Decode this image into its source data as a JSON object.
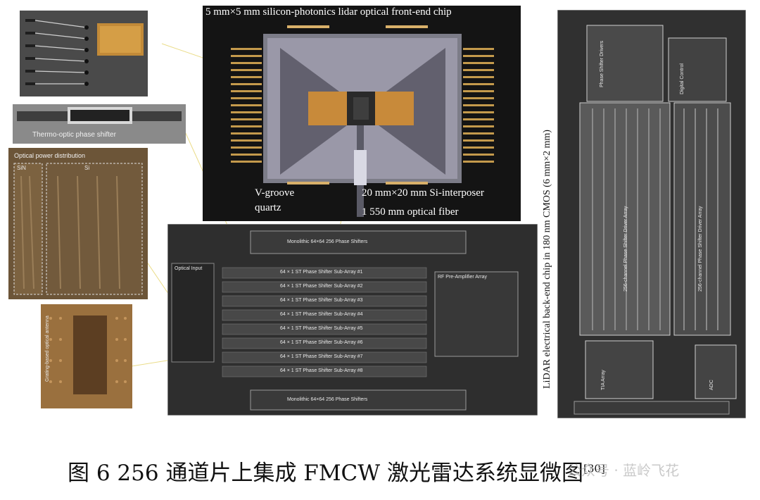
{
  "photonic_chip": {
    "title": "5 mm×5 mm silicon-photonics lidar optical front-end chip",
    "label_vgroove": "V-groove",
    "label_quartz": "quartz",
    "label_interposer": "20 mm×20 mm Si-interposer",
    "label_fiber": "1 550 mm optical fiber"
  },
  "insets": {
    "thermo_shifter": "Thermo-optic phase shifter",
    "power_distribution": "Optical power distribution",
    "sin_label": "SiN",
    "si_label": "Si",
    "grating_label": "Grating-based optical antenna"
  },
  "front_end_layout": {
    "top_bank": "Monolithic 64×64 256 Phase Shifters",
    "bottom_bank": "Monolithic 64×64 256 Phase Shifters",
    "rows": [
      "64 × 1 ST Phase Shifter Sub-Array #1",
      "64 × 1 ST Phase Shifter Sub-Array #2",
      "64 × 1 ST Phase Shifter Sub-Array #3",
      "64 × 1 ST Phase Shifter Sub-Array #4",
      "64 × 1 ST Phase Shifter Sub-Array #5",
      "64 × 1 ST Phase Shifter Sub-Array #6",
      "64 × 1 ST Phase Shifter Sub-Array #7",
      "64 × 1 ST Phase Shifter Sub-Array #8"
    ],
    "left_block": "Optical Input",
    "right_block": "RF Pre-Amplifier Array"
  },
  "back_end_chip": {
    "side_label": "LiDAR electrical back-end chip in 180 nm CMOS (6 mm×2 mm)",
    "block_a": "Phase Shifter Drivers",
    "block_b": "Digital Control",
    "block_c": "256-channel Phase Shifter Driver Array",
    "block_d": "256-channel Phase Shifter Driver Array",
    "block_e": "TIA Array",
    "block_f": "ADC"
  },
  "caption": {
    "text": "图 6  256 通道片上集成 FMCW 激光雷达系统显微图",
    "ref": "[30]",
    "watermark": "公众号 · 蓝岭飞花"
  }
}
